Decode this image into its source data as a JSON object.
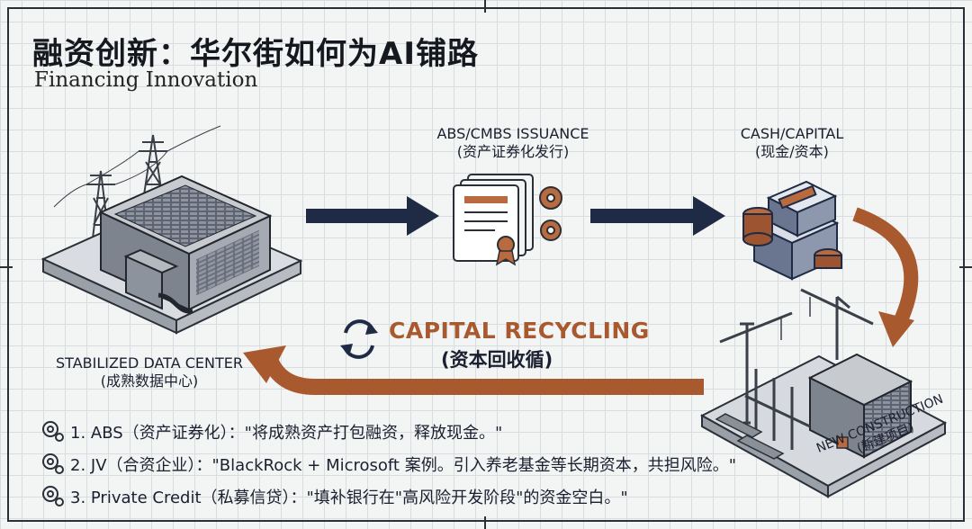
{
  "title": "融资创新：华尔街如何为AI铺路",
  "subtitle": "Financing Innovation",
  "stages": {
    "data_center": {
      "en": "STABILIZED DATA CENTER",
      "zh": "(成熟数据中心)"
    },
    "abs": {
      "en": "ABS/CMBS ISSUANCE",
      "zh": "(资产证券化发行)"
    },
    "cash": {
      "en": "CASH/CAPITAL",
      "zh": "(现金/资本)"
    },
    "new_construction": {
      "en": "NEW CONSTRUCTION",
      "zh": "(新建项目)"
    }
  },
  "recycling": {
    "en": "CAPITAL RECYCLING",
    "zh": "(资本回收循)"
  },
  "notes": [
    {
      "label": "1. ABS（资产证券化）：",
      "quote": "\"将成熟资产打包融资，释放现金。\""
    },
    {
      "label": "2. JV（合资企业）：",
      "quote": "\"BlackRock + Microsoft 案例。引入养老基金等长期资本，共担风险。\""
    },
    {
      "label": "3. Private Credit（私募信贷）：",
      "quote": "\"填补银行在\"高风险开发阶段\"的资金空白。\""
    }
  ],
  "colors": {
    "arrow_dark": "#1f2a44",
    "arrow_copper": "#a85a2e",
    "ink": "#1b2030"
  },
  "icons": [
    "gear-icon",
    "document-icon",
    "money-stack-icon",
    "recycle-icon",
    "power-tower-icon",
    "crane-icon"
  ]
}
